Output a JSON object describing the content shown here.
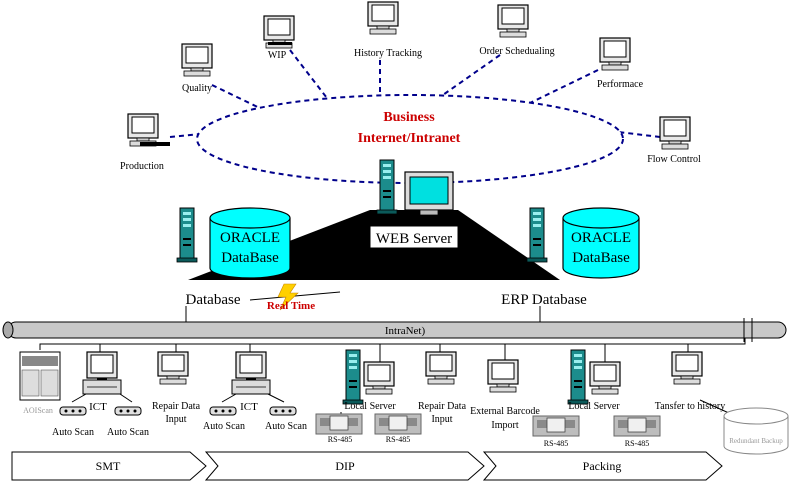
{
  "top_clients": {
    "production": "Production",
    "quality": "Quality",
    "wip": "WIP",
    "history_tracking": "History Tracking",
    "order_scheduling": "Order Schedualing",
    "performance": "Performace",
    "flow_control": "Flow Control"
  },
  "network": {
    "line1": "Business",
    "line2": "Internet/Intranet"
  },
  "servers": {
    "web_server": "WEB Server",
    "db_left_line1": "ORACLE",
    "db_left_line2": "DataBase",
    "db_left_label": "Database",
    "db_right_line1": "ORACLE",
    "db_right_line2": "DataBase",
    "db_right_label": "ERP Database",
    "realtime": "Real Time"
  },
  "bus": {
    "label": "IntraNet)"
  },
  "stations": {
    "aoi_scan": "AOIScan",
    "ict_left": "ICT",
    "auto_scan_1": "Auto Scan",
    "auto_scan_2": "Auto Scan",
    "repair_left_line1": "Repair Data",
    "repair_left_line2": "Input",
    "ict_right": "ICT",
    "auto_scan_3": "Auto Scan",
    "auto_scan_4": "Auto Scan",
    "local_server_left": "Local Server",
    "rs485_1": "RS-485",
    "rs485_2": "RS-485",
    "repair_right_line1": "Repair Data",
    "repair_right_line2": "Input",
    "external_line1": "External Barcode",
    "external_line2": "Import",
    "local_server_right": "Local Server",
    "rs485_3": "RS-485",
    "rs485_4": "RS-485",
    "transfer": "Tansfer to history",
    "redundant": "Redundant Backup"
  },
  "stages": {
    "smt": "SMT",
    "dip": "DIP",
    "packing": "Packing"
  },
  "colors": {
    "cyan": "#00ffff",
    "black": "#000000",
    "red": "#cc0000",
    "bus_gray": "#c8c8c8",
    "teal": "#1c8c8c"
  }
}
